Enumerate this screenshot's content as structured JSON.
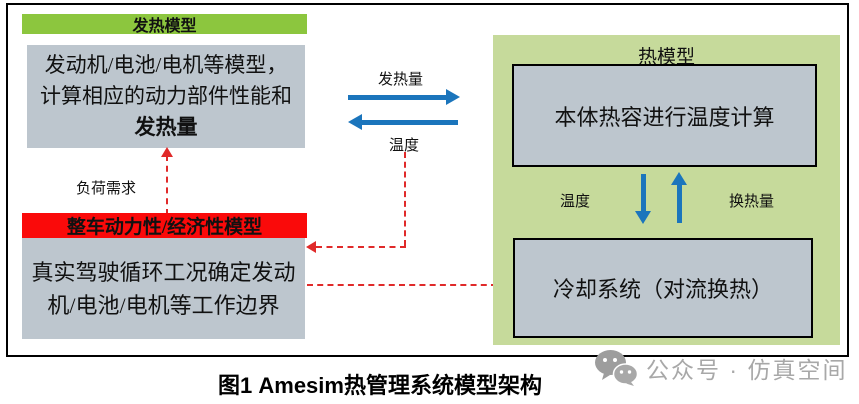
{
  "heating_model": {
    "header": "发热模型",
    "box_line1": "发动机/电池/电机等模型，",
    "box_line2": "计算相应的动力部件性能和",
    "box_line3": "发热量"
  },
  "vehicle_model": {
    "header": "整车动力性/经济性模型",
    "box_line1": "真实驾驶循环工况确定发动",
    "box_line2": "机/电池/电机等工作边界"
  },
  "thermal_model": {
    "title": "热模型",
    "box1": "本体热容进行温度计算",
    "box2": "冷却系统（对流换热）",
    "label_temperature": "温度",
    "label_heat_exchange": "换热量"
  },
  "flows": {
    "heat_output_label": "发热量",
    "temperature_label": "温度",
    "load_demand_label": "负荷需求"
  },
  "caption": "图1  Amesim热管理系统模型架构",
  "watermark": {
    "icon": "wechat-icon",
    "text": "公众号 · 仿真空间"
  },
  "colors": {
    "header_green": "#8cc63e",
    "panel_green": "#c6da9b",
    "box_gray": "#bdc6ce",
    "bar_red": "#fa0a0a",
    "arrow_blue": "#1b75bc",
    "dashed_red": "#e02a2a",
    "watermark_gray": "#a8a8a8"
  }
}
